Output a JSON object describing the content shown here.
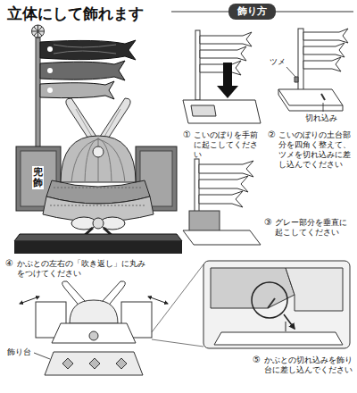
{
  "diagram": {
    "title": "立体にして飾れます",
    "nodes": [
      {
        "text": [
          "飾り方"
        ]
      }
    ],
    "labels": [
      "①",
      "こいのぼりを手前に起こしてください",
      "②",
      "こいのぼりの土台部分を四角く整えて、ツメを切れ込みに差し込んでください",
      "ツメ",
      "切れ込み",
      "③",
      "グレー部分を垂直に起こしてください",
      "④",
      "かぶとの左右の「吹き返し」に丸みをつけてください",
      "飾り台",
      "⑤",
      "かぶとの切れ込みを飾り台に差し込んでください",
      "兜飾"
    ]
  }
}
